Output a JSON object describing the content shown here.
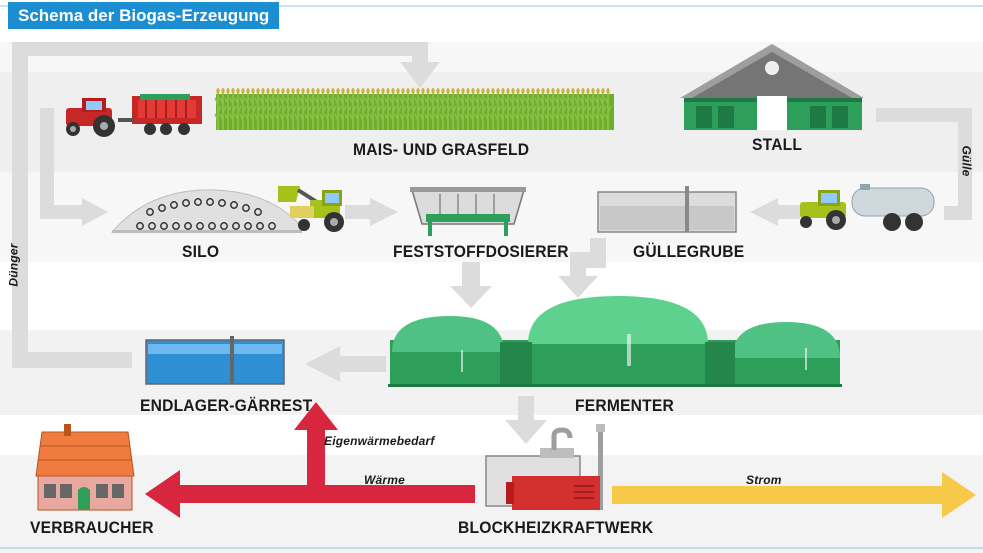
{
  "header": {
    "title": "Schema der Biogas-Erzeugung"
  },
  "stations": {
    "field": "MAIS- UND GRASFELD",
    "stable": "STALL",
    "silo": "SILO",
    "dosing": "FESTSTOFFDOSIERER",
    "slurry_pit": "GÜLLEGRUBE",
    "fermenter": "FERMENTER",
    "storage": "ENDLAGER-GÄRREST",
    "chp": "BLOCKHEIZKRAFTWERK",
    "consumer": "VERBRAUCHER"
  },
  "flows": {
    "fertilizer": "Dünger",
    "slurry": "Gülle",
    "own_heat": "Eigenwärmebedarf",
    "heat": "Wärme",
    "power": "Strom"
  },
  "colors": {
    "title_bg": "#1b8ed1",
    "heat_arrow": "#d7263d",
    "power_arrow": "#f7c948",
    "flow_arrow": "#d9d9d9",
    "green": "#2e9e5b"
  },
  "icons": [
    "tractor-icon",
    "corn-field-icon",
    "barn-icon",
    "silo-heap-icon",
    "loader-tractor-icon",
    "dosing-hopper-icon",
    "slurry-tank-icon",
    "slurry-tractor-icon",
    "fermenter-domes-icon",
    "storage-tank-icon",
    "chp-unit-icon",
    "house-icon"
  ]
}
